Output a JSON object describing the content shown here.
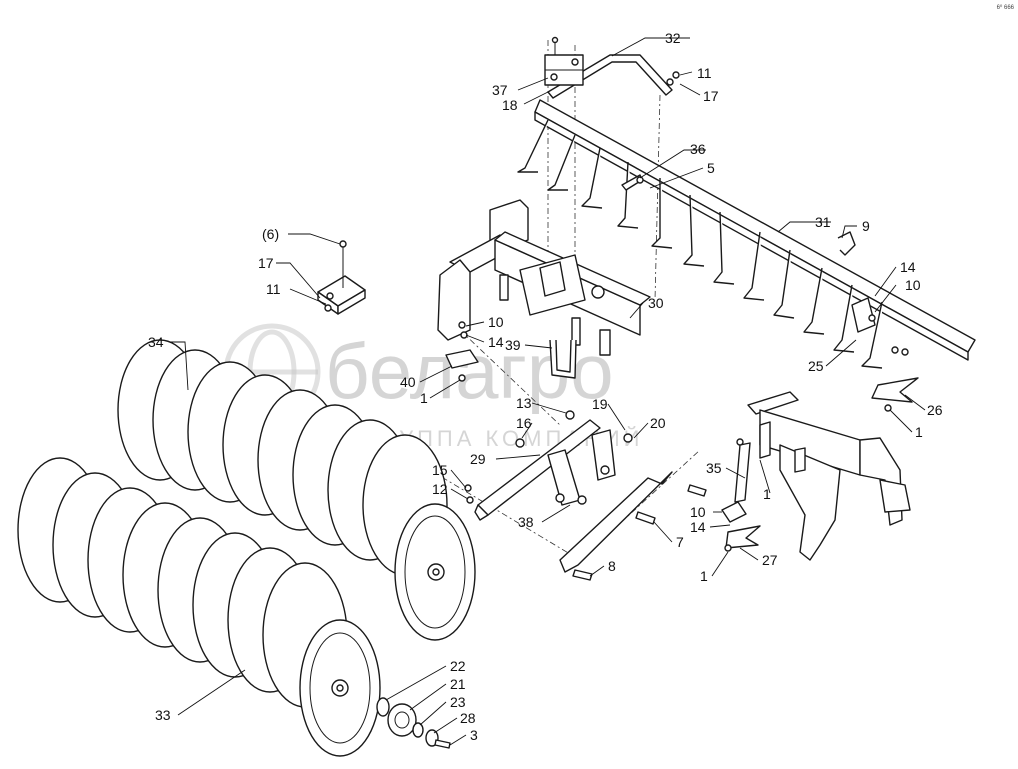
{
  "corner_code": "6⁰ 666",
  "watermark": {
    "brand": "белагро",
    "subtitle": "ГРУППА КОМПАНИЙ"
  },
  "callouts": {
    "c32": "32",
    "c11a": "11",
    "c17a": "17",
    "c37": "37",
    "c18": "18",
    "c36": "36",
    "c5": "5",
    "c6": "(6)",
    "c17b": "17",
    "c11b": "11",
    "c9": "9",
    "c31": "31",
    "c14a": "14",
    "c10a": "10",
    "c30": "30",
    "c10b": "10",
    "c14b": "14",
    "c39": "39",
    "c40": "40",
    "c1a": "1",
    "c25": "25",
    "c34": "34",
    "c13": "13",
    "c16": "16",
    "c19": "19",
    "c20": "20",
    "c26": "26",
    "c1b": "1",
    "c29": "29",
    "c15": "15",
    "c12": "12",
    "c35": "35",
    "c1c": "1",
    "c38": "38",
    "c10c": "10",
    "c14c": "14",
    "c7": "7",
    "c27": "27",
    "c8": "8",
    "c1d": "1",
    "c22": "22",
    "c21": "21",
    "c23": "23",
    "c28": "28",
    "c3": "3",
    "c33": "33"
  }
}
